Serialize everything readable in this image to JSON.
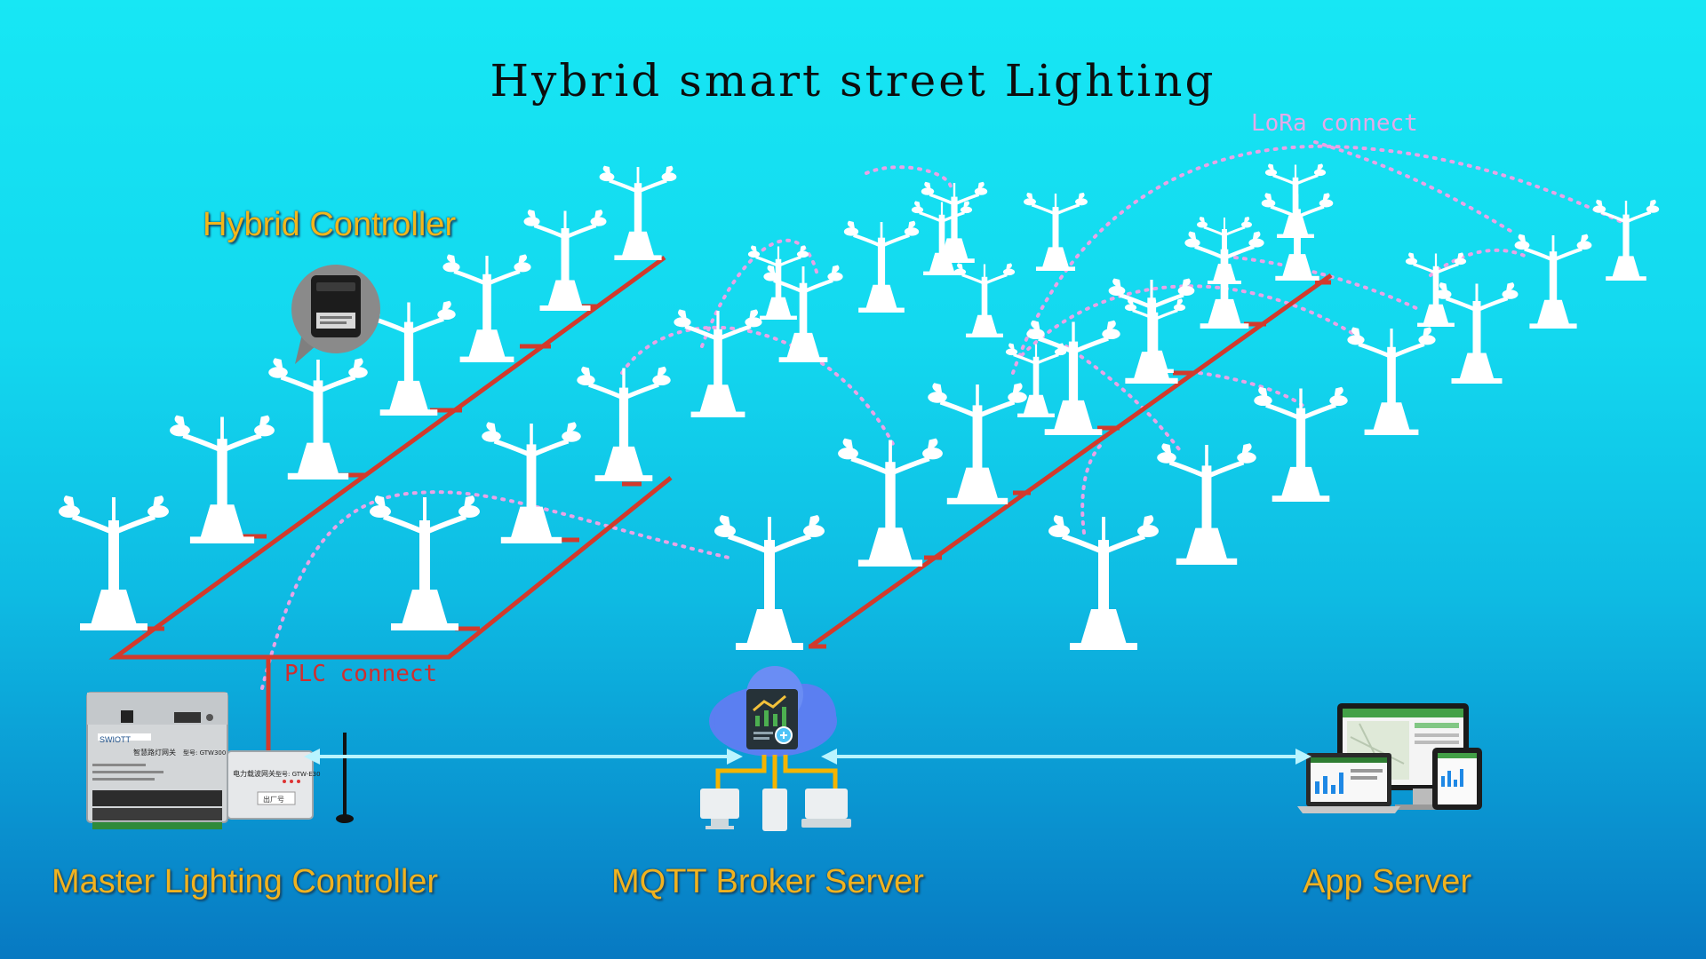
{
  "title": "Hybrid smart street Lighting",
  "labels": {
    "hybrid_controller": "Hybrid Controller",
    "lora_connect": "LoRa connect",
    "plc_connect": "PLC connect",
    "master_controller": "Master Lighting Controller",
    "mqtt_server": "MQTT Broker Server",
    "app_server": "App Server"
  },
  "device_text": {
    "brand": "SWIOTT",
    "gateway_title": "智慧路灯网关",
    "model": "型号: GTW300",
    "plc_module": "电力载波网关",
    "plc_model": "型号: GTW-E30",
    "serial_tag": "出厂号"
  },
  "colors": {
    "plc_line": "#d23a2c",
    "lora_dots": "#e6a0e6",
    "label_orange": "#f0b21f",
    "link_arrow": "#b9f4ff"
  },
  "icons": {
    "hybrid_controller": "hybrid-controller-device-icon",
    "master_controller": "master-controller-device-icon",
    "mqtt_server": "cloud-server-icon",
    "app_server": "devices-dashboard-icon"
  },
  "poles": {
    "count": 37
  }
}
